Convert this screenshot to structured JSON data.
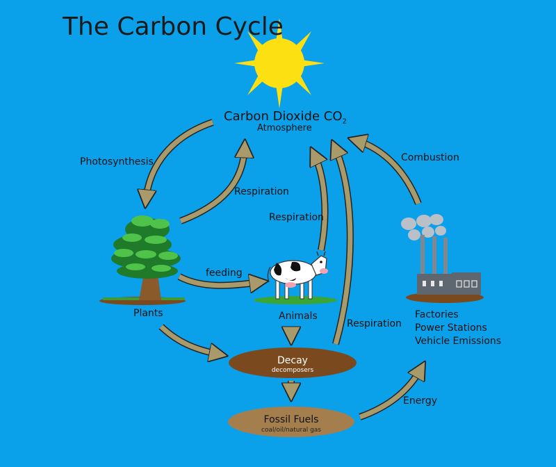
{
  "title": "The Carbon Cycle",
  "atmosphere": {
    "label": "Carbon Dioxide CO",
    "subscript": "2",
    "sublabel": "Atmosphere"
  },
  "processes": {
    "photosynthesis": "Photosynthesis",
    "respiration_plants": "Respiration",
    "respiration_animals": "Respiration",
    "respiration_decay": "Respiration",
    "combustion": "Combustion",
    "feeding": "feeding",
    "energy": "Energy"
  },
  "nodes": {
    "plants": "Plants",
    "animals": "Animals",
    "factories": [
      "Factories",
      "Power Stations",
      "Vehicle Emissions"
    ],
    "decay": {
      "label": "Decay",
      "sublabel": "decomposers"
    },
    "fossil_fuels": {
      "label": "Fossil Fuels",
      "sublabel": "coal/oil/natural gas"
    }
  },
  "colors": {
    "background": "#0ba0ea",
    "arrow_fill": "#a89a6a",
    "arrow_outline": "#222222",
    "sun": "#fde011",
    "decay": "#7a4a1e",
    "fossil_fuels": "#a57e4e"
  }
}
